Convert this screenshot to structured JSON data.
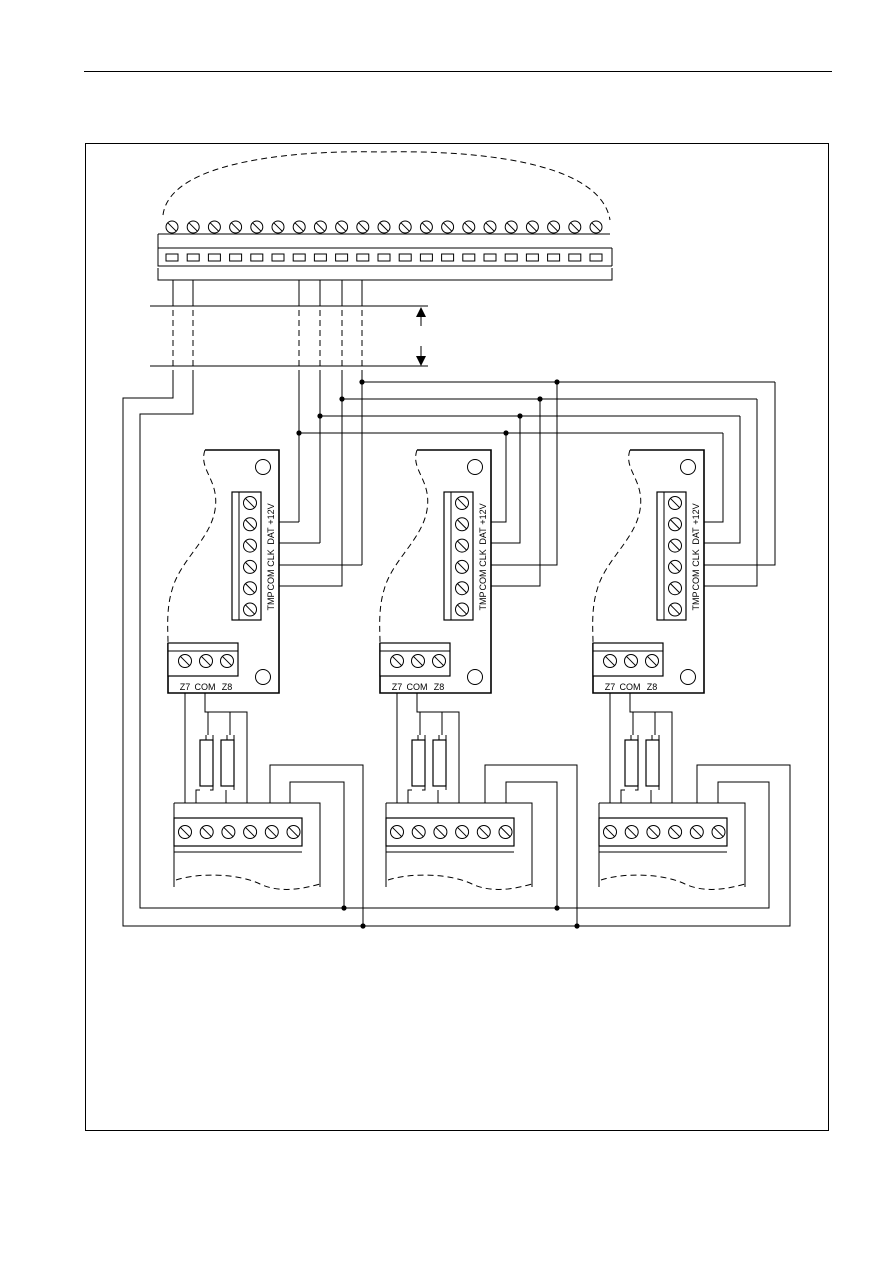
{
  "expander_modules": [
    {
      "bus_terminals": [
        "+12V",
        "DAT",
        "CLK",
        "COM",
        "TMP"
      ],
      "zone_terminals": [
        "Z7",
        "COM",
        "Z8"
      ]
    },
    {
      "bus_terminals": [
        "+12V",
        "DAT",
        "CLK",
        "COM",
        "TMP"
      ],
      "zone_terminals": [
        "Z7",
        "COM",
        "Z8"
      ]
    },
    {
      "bus_terminals": [
        "+12V",
        "DAT",
        "CLK",
        "COM",
        "TMP"
      ],
      "zone_terminals": [
        "Z7",
        "COM",
        "Z8"
      ]
    }
  ],
  "colors": {
    "line": "#000000",
    "background": "#ffffff"
  }
}
